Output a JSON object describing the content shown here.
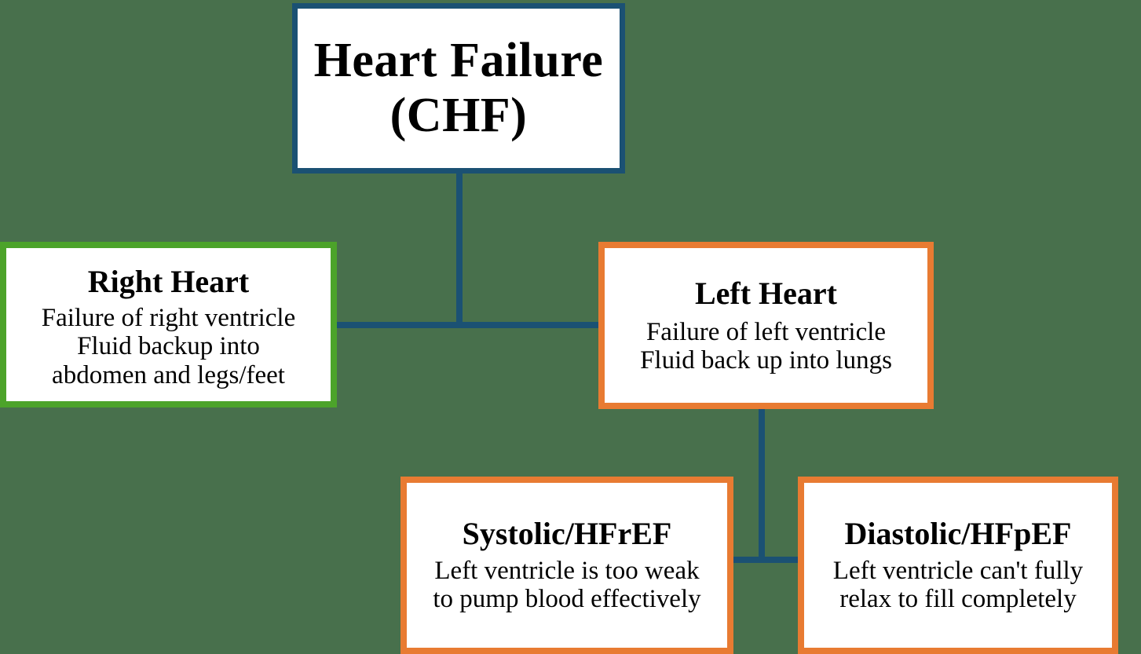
{
  "diagram": {
    "background_color": "#48704c",
    "line_color": "#1b5173",
    "nodes": {
      "root": {
        "title": "Heart Failure\n(CHF)",
        "border_color": "#1b5173"
      },
      "right_heart": {
        "title": "Right Heart",
        "body": "Failure of right ventricle\nFluid backup into\nabdomen and legs/feet",
        "border_color": "#4ca32a"
      },
      "left_heart": {
        "title": "Left Heart",
        "body": "Failure of left ventricle\nFluid back up into lungs",
        "border_color": "#e87b32"
      },
      "systolic": {
        "title": "Systolic/HFrEF",
        "body": "Left ventricle is too weak\nto pump blood effectively",
        "border_color": "#e87b32"
      },
      "diastolic": {
        "title": "Diastolic/HFpEF",
        "body": "Left ventricle can't fully\nrelax to fill completely",
        "border_color": "#e87b32"
      }
    }
  }
}
